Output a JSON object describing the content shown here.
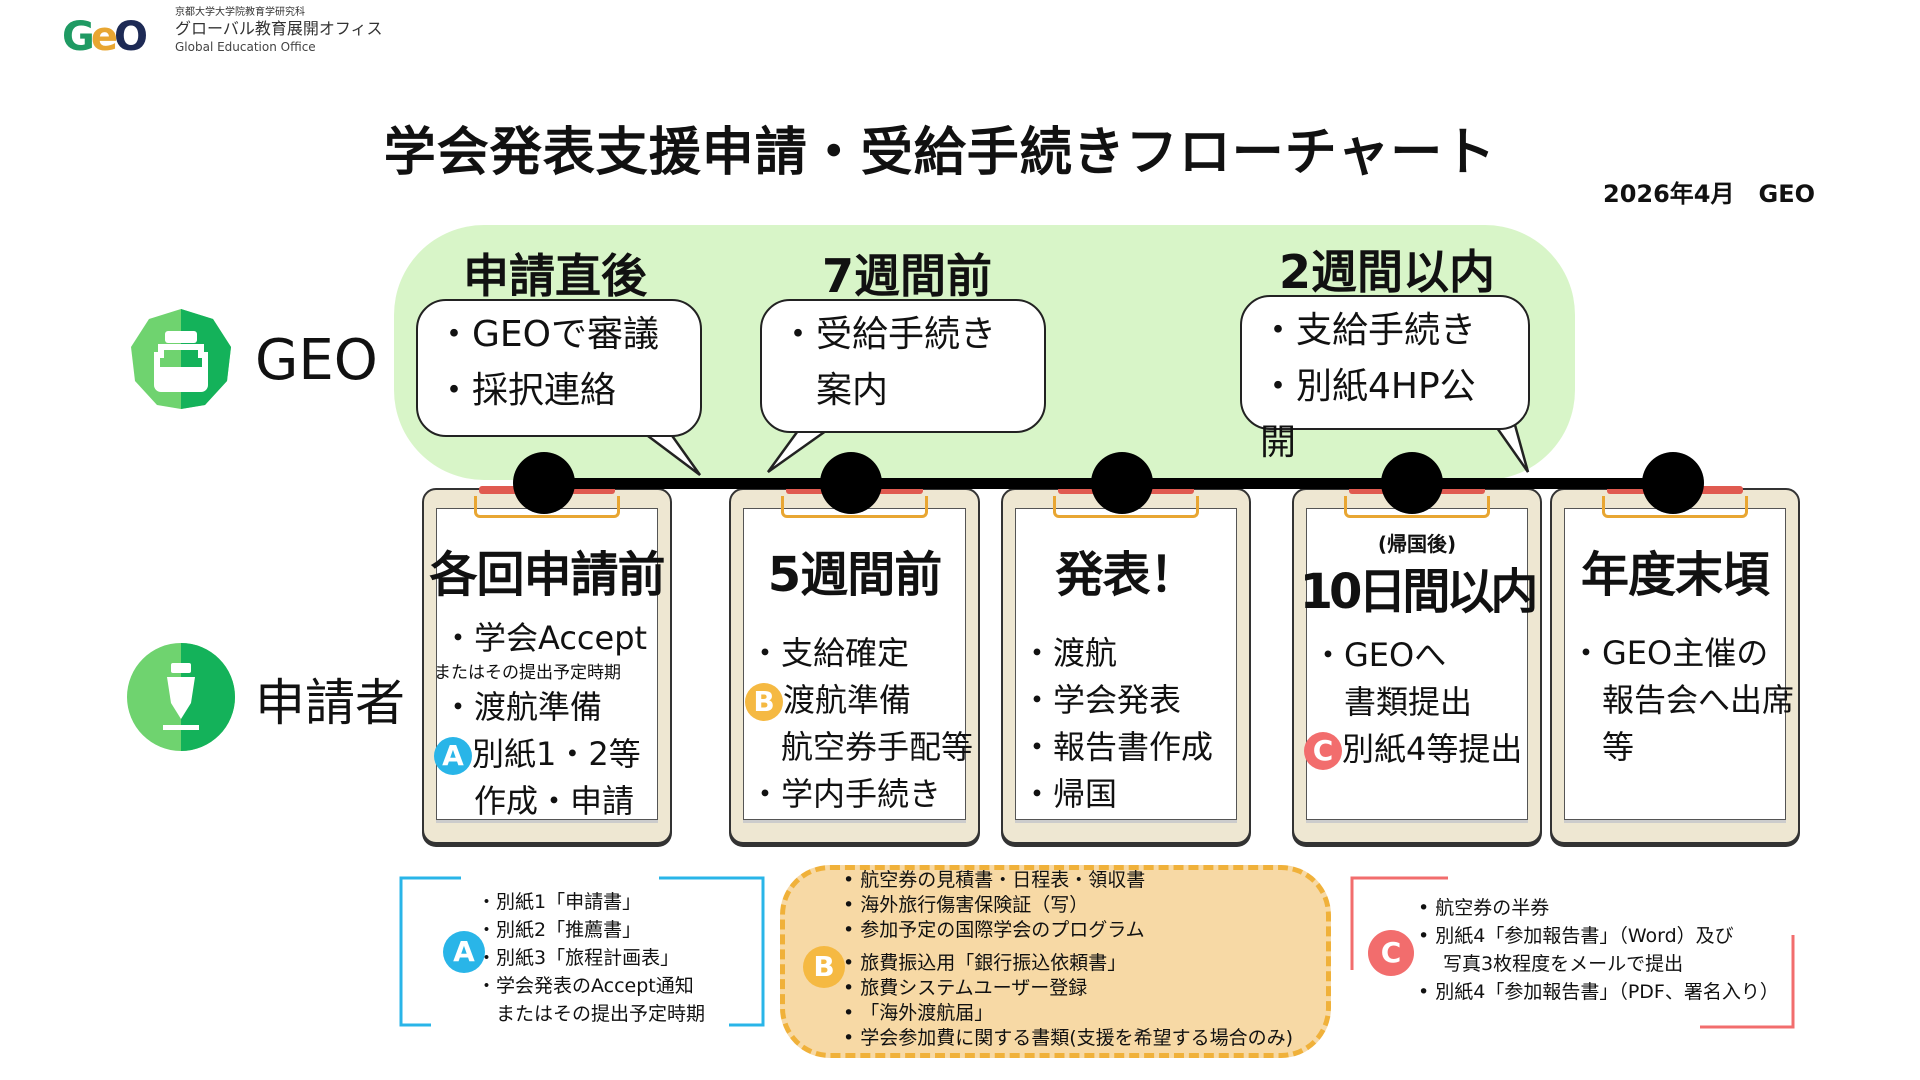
{
  "header": {
    "logo_text": "GEO",
    "university": "京都大学大学院教育学研究科",
    "office_jp": "グローバル教育展開オフィス",
    "office_en": "Global Education Office"
  },
  "title": "学会発表支援申請・受給手続きフローチャート",
  "date": "2026年4月　GEO",
  "rows": {
    "geo": "GEO",
    "applicant": "申請者"
  },
  "geo_phases": [
    {
      "heading": "申請直後",
      "lines": [
        "・GEOで審議",
        "・採択連絡"
      ]
    },
    {
      "heading": "7週間前",
      "lines": [
        "・受給手続き",
        "　案内"
      ]
    },
    {
      "heading": "2週間以内",
      "lines": [
        "・支給手続き",
        "・別紙4HP公開"
      ]
    }
  ],
  "applicant_steps": [
    {
      "heading": "各回申請前",
      "lines": [
        "・学会Accept",
        "またはその提出予定時期",
        "・渡航準備",
        "別紙1・2等",
        "　作成・申請"
      ]
    },
    {
      "heading": "5週間前",
      "lines": [
        "・支給確定",
        "渡航準備",
        "　航空券手配等",
        "・学内手続き"
      ]
    },
    {
      "heading": "発表！",
      "lines": [
        "・渡航",
        "・学会発表",
        "・報告書作成",
        "・帰国"
      ]
    },
    {
      "subheading": "(帰国後)",
      "heading": "10日間以内",
      "lines": [
        "・GEOへ",
        "　書類提出",
        "別紙4等提出"
      ]
    },
    {
      "heading": "年度末頃",
      "lines": [
        "・GEO主催の",
        "　報告会へ出席",
        "　等"
      ]
    }
  ],
  "badges": {
    "a": "A",
    "b": "B",
    "c": "C"
  },
  "colors": {
    "a": "#29b5e8",
    "b": "#f5b942",
    "c": "#f26d6d",
    "green": "#d8f5c8"
  },
  "docs": {
    "a": [
      "・別紙1「申請書」",
      "・別紙2「推薦書」",
      "・別紙3「旅程計画表」",
      "・学会発表のAccept通知",
      "　またはその提出予定時期"
    ],
    "b": [
      "• 航空券の見積書・日程表・領収書",
      "• 海外旅行傷害保険証（写）",
      "• 参加予定の国際学会のプログラム",
      "• 旅費振込用「銀行振込依頼書」",
      "• 旅費システムユーザー登録",
      "• 「海外渡航届」",
      "• 学会参加費に関する書類(支援を希望する場合のみ)"
    ],
    "c": [
      "•  航空券の半券",
      "•  別紙4「参加報告書」（Word）及び",
      "　 写真3枚程度をメールで提出",
      "•  別紙4「参加報告書」（PDF、署名入り）"
    ]
  }
}
